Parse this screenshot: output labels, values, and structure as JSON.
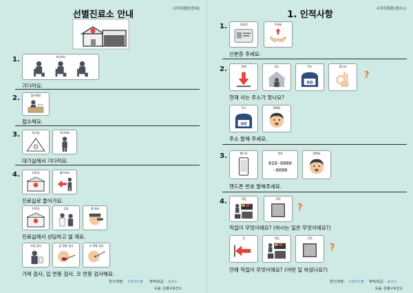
{
  "left": {
    "tag": "시각지원판(안내)",
    "title": "선별진료소 안내",
    "sections": [
      {
        "num": "1.",
        "cards": [
          "기다려요"
        ],
        "caption": "기다려요."
      },
      {
        "num": "2.",
        "cards": [
          "접수해요"
        ],
        "caption": "접수해요."
      },
      {
        "num": "3.",
        "cards": [
          "대기실",
          "기다려요"
        ],
        "caption": "대기실에서 기다려요."
      },
      {
        "num": "4.",
        "cards": [
          "진료실",
          "들어가요"
        ],
        "caption": "진료실로 들어가요."
      }
    ],
    "sub4b": {
      "cards": [
        "진료실",
        "상담",
        "열 재요"
      ],
      "caption": "진료실에서 상담하고 열 재요."
    },
    "sub4c": {
      "cards": [
        "가래 검사",
        "입 면봉 검사",
        "코 면봉 검사"
      ],
      "caption": "가래 검사, 입 면봉 검사, 코 면봉 검사해요."
    },
    "footer": {
      "credit1": "연구/개발:",
      "org1": "사회적소통",
      "credit2": "제작/보급:",
      "org2": "보건소",
      "support": "도움: 은평구보건소"
    }
  },
  "right": {
    "tag": "시각지원판(접수1)",
    "title": "1. 인적사항",
    "s1": {
      "num": "1.",
      "cards": [
        "신분증",
        "주세요"
      ],
      "caption": "신분증 주세요."
    },
    "s2": {
      "num": "2.",
      "cards": [
        "현재",
        "사는",
        "주소",
        "맞나요"
      ],
      "caption": "현재 사는 주소가 맞나요?",
      "cards2": [
        "주소",
        "말해요"
      ],
      "caption2": "주소 말해 주세요.",
      "addr": "00",
      "q": "?"
    },
    "s3": {
      "num": "3.",
      "cards": [
        "핸드폰",
        "번호",
        "말해요"
      ],
      "caption": "핸드폰 번호 말해주세요.",
      "phone1": "010-0000",
      "phone2": "-0000"
    },
    "s4": {
      "num": "4.",
      "cards": [
        "직업",
        "무엇"
      ],
      "caption": "직업이 무엇이에요? (하시는 일은 무엇이에요?)",
      "cards2": [
        "전",
        "직업",
        "무엇"
      ],
      "caption2": "전에 직업이 무엇이에요? (어떤 일 하셨나요?)",
      "q": "?"
    },
    "footer": {
      "credit1": "연구/개발:",
      "org1": "사회적소통",
      "credit2": "제작/보급:",
      "org2": "보건소",
      "support": "도움: 은평구보건소"
    }
  }
}
